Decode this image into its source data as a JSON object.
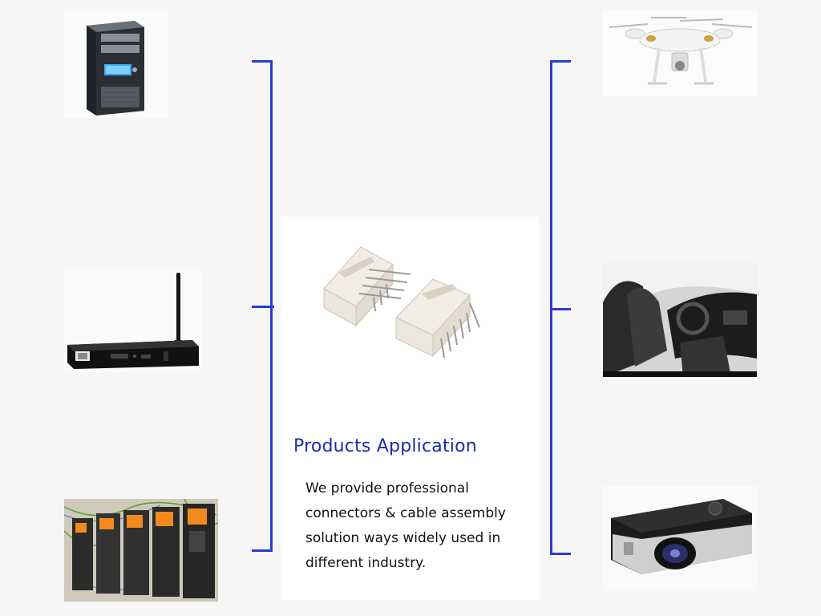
{
  "heading": "Products Application",
  "description_lines": [
    "We provide professional",
    "connectors & cable assembly",
    "solution ways widely used in",
    "different industry."
  ],
  "accent_color": "#2a3bd6",
  "heading_color": "#1a2db0",
  "images": {
    "left": [
      "desktop-pc-tower-icon",
      "wifi-router-box-icon",
      "industrial-inverter-panel-icon"
    ],
    "right": [
      "drone-icon",
      "car-interior-icon",
      "projector-icon"
    ],
    "center": "wire-to-board-connector-icon"
  }
}
